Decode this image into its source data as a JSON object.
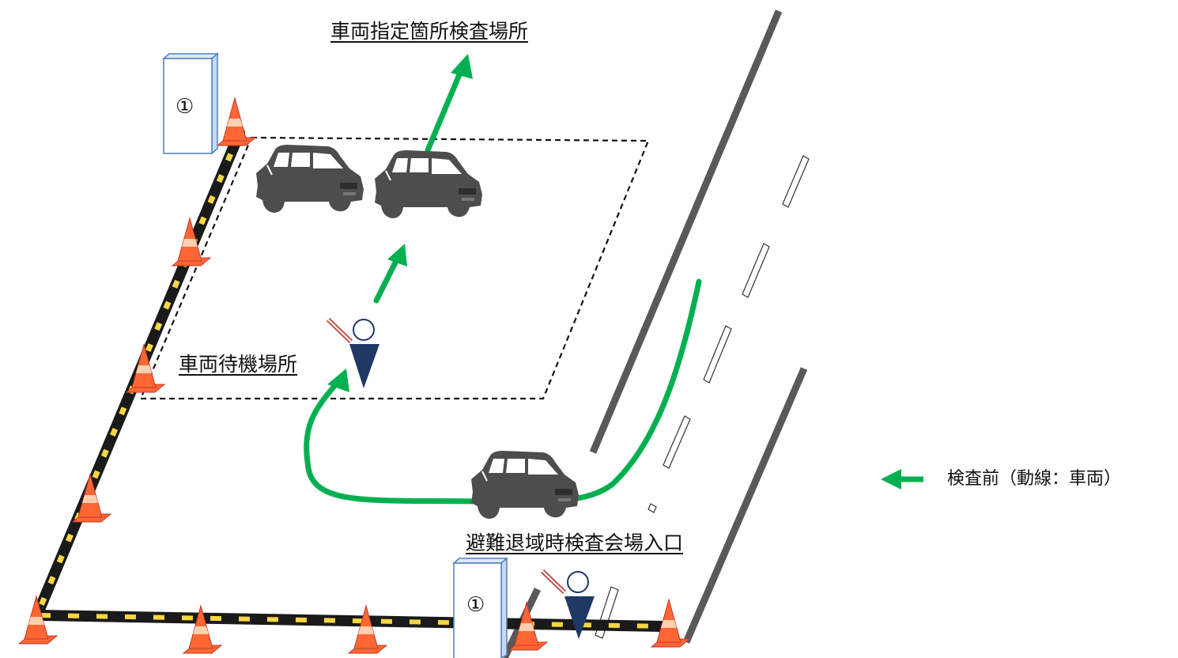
{
  "labels": {
    "inspection_site": "車両指定箇所検査場所",
    "waiting_area": "車両待機場所",
    "entrance": "避難退域時検査会場入口"
  },
  "booths": [
    {
      "number": "①"
    },
    {
      "number": "①"
    }
  ],
  "legend": {
    "text": "検査前（動線：車両）"
  },
  "colors": {
    "flow_arrow": "#00b050",
    "road_line": "#595959",
    "car": "#4d4d4d",
    "cone": "#ff6633",
    "cone_stripe": "#ffd0b0",
    "barrier": "#1a1a1a",
    "barrier_stripe": "#f5d742",
    "booth_border": "#4f81bd",
    "staff": "#1f3864"
  }
}
